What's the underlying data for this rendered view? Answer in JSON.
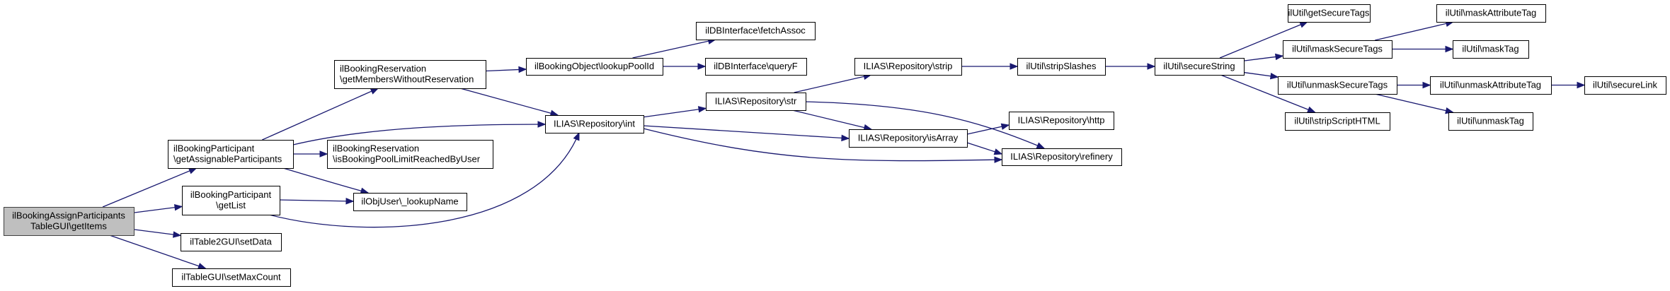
{
  "diagram": {
    "type": "call-graph",
    "colors": {
      "edge": "#191970",
      "root_fill": "#bfbfbf",
      "node_fill": "#ffffff",
      "node_border": "#000000"
    },
    "nodes": [
      {
        "id": "root",
        "lines": [
          "ilBookingAssignParticipants",
          "TableGUI\\getItems"
        ],
        "root": true,
        "align": "center"
      },
      {
        "id": "getAssignable",
        "lines": [
          "ilBookingParticipant",
          "\\getAssignableParticipants"
        ],
        "align": "left"
      },
      {
        "id": "getList",
        "lines": [
          "ilBookingParticipant",
          "\\getList"
        ],
        "align": "center"
      },
      {
        "id": "setData",
        "lines": [
          "ilTable2GUI\\setData"
        ],
        "align": "center"
      },
      {
        "id": "setMaxCount",
        "lines": [
          "ilTableGUI\\setMaxCount"
        ],
        "align": "center"
      },
      {
        "id": "getMembers",
        "lines": [
          "ilBookingReservation",
          "\\getMembersWithoutReservation"
        ],
        "align": "left"
      },
      {
        "id": "isPoolLimit",
        "lines": [
          "ilBookingReservation",
          "\\isBookingPoolLimitReachedByUser"
        ],
        "align": "left"
      },
      {
        "id": "lookupName",
        "lines": [
          "ilObjUser\\_lookupName"
        ],
        "align": "center"
      },
      {
        "id": "lookupPoolId",
        "lines": [
          "ilBookingObject\\lookupPoolId"
        ],
        "align": "center"
      },
      {
        "id": "repoInt",
        "lines": [
          "ILIAS\\Repository\\int"
        ],
        "align": "center"
      },
      {
        "id": "fetchAssoc",
        "lines": [
          "ilDBInterface\\fetchAssoc"
        ],
        "align": "center"
      },
      {
        "id": "queryF",
        "lines": [
          "ilDBInterface\\queryF"
        ],
        "align": "center"
      },
      {
        "id": "repoStr",
        "lines": [
          "ILIAS\\Repository\\str"
        ],
        "align": "center"
      },
      {
        "id": "repoStrip",
        "lines": [
          "ILIAS\\Repository\\strip"
        ],
        "align": "center"
      },
      {
        "id": "repoIsArray",
        "lines": [
          "ILIAS\\Repository\\isArray"
        ],
        "align": "center"
      },
      {
        "id": "repoHttp",
        "lines": [
          "ILIAS\\Repository\\http"
        ],
        "align": "center"
      },
      {
        "id": "repoRefinery",
        "lines": [
          "ILIAS\\Repository\\refinery"
        ],
        "align": "center"
      },
      {
        "id": "stripSlashes",
        "lines": [
          "ilUtil\\stripSlashes"
        ],
        "align": "center"
      },
      {
        "id": "secureString",
        "lines": [
          "ilUtil\\secureString"
        ],
        "align": "center"
      },
      {
        "id": "getSecureTags",
        "lines": [
          "ilUtil\\getSecureTags"
        ],
        "align": "center"
      },
      {
        "id": "maskSecureTags",
        "lines": [
          "ilUtil\\maskSecureTags"
        ],
        "align": "center"
      },
      {
        "id": "unmaskSecureTags",
        "lines": [
          "ilUtil\\unmaskSecureTags"
        ],
        "align": "center"
      },
      {
        "id": "stripScriptHTML",
        "lines": [
          "ilUtil\\stripScriptHTML"
        ],
        "align": "center"
      },
      {
        "id": "maskAttributeTag",
        "lines": [
          "ilUtil\\maskAttributeTag"
        ],
        "align": "center"
      },
      {
        "id": "maskTag",
        "lines": [
          "ilUtil\\maskTag"
        ],
        "align": "center"
      },
      {
        "id": "unmaskAttributeTag",
        "lines": [
          "ilUtil\\unmaskAttributeTag"
        ],
        "align": "center"
      },
      {
        "id": "secureLink",
        "lines": [
          "ilUtil\\secureLink"
        ],
        "align": "center"
      },
      {
        "id": "unmaskTag",
        "lines": [
          "ilUtil\\unmaskTag"
        ],
        "align": "center"
      }
    ],
    "edges": [
      {
        "from": "root",
        "to": "getAssignable"
      },
      {
        "from": "root",
        "to": "getList"
      },
      {
        "from": "root",
        "to": "setData"
      },
      {
        "from": "root",
        "to": "setMaxCount"
      },
      {
        "from": "getAssignable",
        "to": "getMembers"
      },
      {
        "from": "getAssignable",
        "to": "repoInt"
      },
      {
        "from": "getAssignable",
        "to": "isPoolLimit"
      },
      {
        "from": "getAssignable",
        "to": "lookupName"
      },
      {
        "from": "getList",
        "to": "lookupName"
      },
      {
        "from": "getList",
        "to": "repoInt"
      },
      {
        "from": "getMembers",
        "to": "lookupPoolId"
      },
      {
        "from": "getMembers",
        "to": "repoInt"
      },
      {
        "from": "lookupPoolId",
        "to": "fetchAssoc"
      },
      {
        "from": "lookupPoolId",
        "to": "queryF"
      },
      {
        "from": "repoInt",
        "to": "repoStr"
      },
      {
        "from": "repoInt",
        "to": "repoIsArray"
      },
      {
        "from": "repoInt",
        "to": "repoRefinery"
      },
      {
        "from": "repoStr",
        "to": "repoStrip"
      },
      {
        "from": "repoStr",
        "to": "repoIsArray"
      },
      {
        "from": "repoStr",
        "to": "repoRefinery"
      },
      {
        "from": "repoIsArray",
        "to": "repoHttp"
      },
      {
        "from": "repoIsArray",
        "to": "repoRefinery"
      },
      {
        "from": "repoStrip",
        "to": "stripSlashes"
      },
      {
        "from": "stripSlashes",
        "to": "secureString"
      },
      {
        "from": "secureString",
        "to": "getSecureTags"
      },
      {
        "from": "secureString",
        "to": "maskSecureTags"
      },
      {
        "from": "secureString",
        "to": "unmaskSecureTags"
      },
      {
        "from": "secureString",
        "to": "stripScriptHTML"
      },
      {
        "from": "maskSecureTags",
        "to": "maskAttributeTag"
      },
      {
        "from": "maskSecureTags",
        "to": "maskTag"
      },
      {
        "from": "unmaskSecureTags",
        "to": "unmaskAttributeTag"
      },
      {
        "from": "unmaskSecureTags",
        "to": "unmaskTag"
      },
      {
        "from": "unmaskAttributeTag",
        "to": "secureLink"
      }
    ]
  }
}
